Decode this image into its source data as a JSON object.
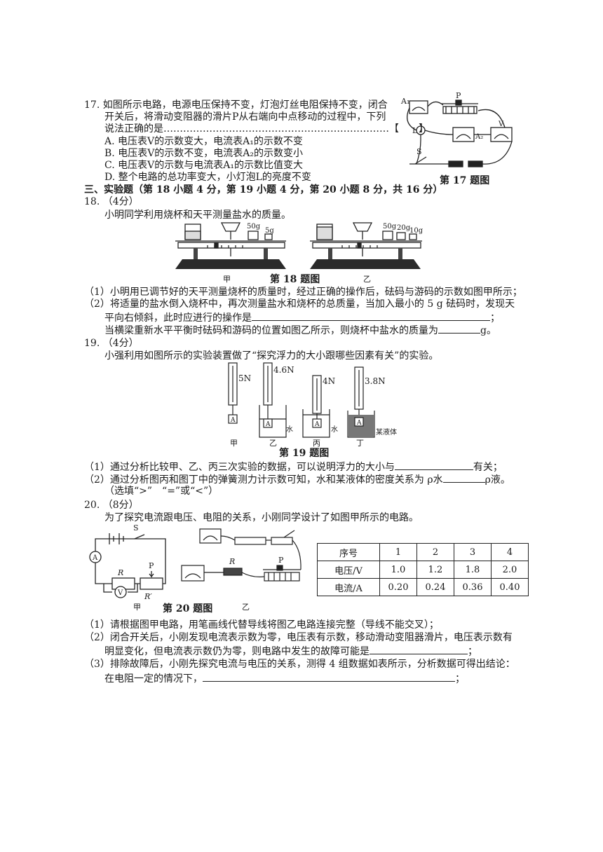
{
  "q17": {
    "stem_1": "17.  如图所示电路，电源电压保持不变，灯泡灯丝电阻保持不变，闭合",
    "stem_2": "开关后，将滑动变阻器的滑片P从右端向中点移动的过程中，下列",
    "stem_3": "说法正确的是……………………………………………………………【　　】",
    "option_a": "A.  电压表V的示数变大，电流表A₁的示数不变",
    "option_b": "B.  电压表V的示数不变，电流表A₂的示数变小",
    "option_c": "C.  电压表V的示数与电流表A₁的示数比值变大",
    "option_d": "D.  整个电路的总功率变大，小灯泡L的亮度不变",
    "caption": "第 17 题图",
    "labels": {
      "a1": "A₁",
      "p": "P",
      "l": "L",
      "a2": "A₂",
      "v": "V",
      "s": "S"
    }
  },
  "section3": {
    "heading": "三、实验题（第 18 小题 4 分，第 19 小题 4 分，第 20 小题 8 分，共 16 分）"
  },
  "q18": {
    "number": "18.  （4分）",
    "intro": "小明同学利用烧杯和天平测量盐水的质量。",
    "weights_jia": [
      "50g",
      "5g"
    ],
    "weights_yi": [
      "50g",
      "20g",
      "10g"
    ],
    "label_jia": "甲",
    "label_yi": "乙",
    "caption": "第 18 题图",
    "sub1": "（1）小明用已调节好的天平测量烧杯的质量时，经过正确的操作后，砝码与游码的示数如图甲所示；",
    "sub2_a": "（2）将适量的盐水倒入烧杯中，再次测量盐水和烧杯的总质量，当加入最小的 5 g 砝码时，发现天",
    "sub2_b": "平向右倾斜，此时应进行的操作是",
    "sub2_b_end": "；",
    "sub2_c": "当横梁重新水平平衡时砝码和游码的位置如图乙所示，则烧杯中盐水的质量为",
    "sub2_c_end": "g。"
  },
  "q19": {
    "number": "19.  （4分）",
    "intro": "小强利用如图所示的实验装置做了“探究浮力的大小跟哪些因素有关”的实验。",
    "readings": [
      "5N",
      "4.6N",
      "4N",
      "3.8N"
    ],
    "block": "A",
    "water": "水",
    "liquid": "某液体",
    "labels": [
      "甲",
      "乙",
      "丙",
      "丁"
    ],
    "caption": "第 19 题图",
    "sub1": "（1）通过分析比较甲、乙、丙三次实验的数据，可以说明浮力的大小与",
    "sub1_end": "有关；",
    "sub2": "（2）通过分析图丙和图丁中的弹簧测力计示数可知，水和某液体的密度关系为 ρ水",
    "sub2_end": "ρ液。",
    "sub2_hint": "（选填“>”　“=”或“<”）"
  },
  "q20": {
    "number": "20.  （8分）",
    "intro": "为了探究电流跟电压、电阻的关系，小刚同学设计了如图甲所示的电路。",
    "circuit_labels": {
      "s": "S",
      "a": "A",
      "r": "R",
      "p": "P",
      "r_prime": "R′",
      "v": "V"
    },
    "label_jia": "甲",
    "label_yi": "乙",
    "caption": "第 20 题图",
    "table": {
      "headers": [
        "序号",
        "1",
        "2",
        "3",
        "4"
      ],
      "rows": [
        [
          "电压/V",
          "1.0",
          "1.2",
          "1.8",
          "2.0"
        ],
        [
          "电流/A",
          "0.20",
          "0.24",
          "0.36",
          "0.40"
        ]
      ]
    },
    "sub1": "（1）请根据图甲电路，用笔画线代替导线将图乙电路连接完整（导线不能交叉）；",
    "sub2_a": "（2）闭合开关后，小刚发现电流表示数为零，电压表有示数，移动滑动变阻器滑片，电压表示数有",
    "sub2_b": "明显变化，但电流表示数仍为零，则电路中发生的故障可能是",
    "sub2_b_end": "；",
    "sub3_a": "（3）排除故障后，小刚先探究电流与电压的关系，测得 4 组数据如表所示，分析数据可得出结论：",
    "sub3_b": "在电阻一定的情况下，",
    "sub3_b_end": "；"
  }
}
